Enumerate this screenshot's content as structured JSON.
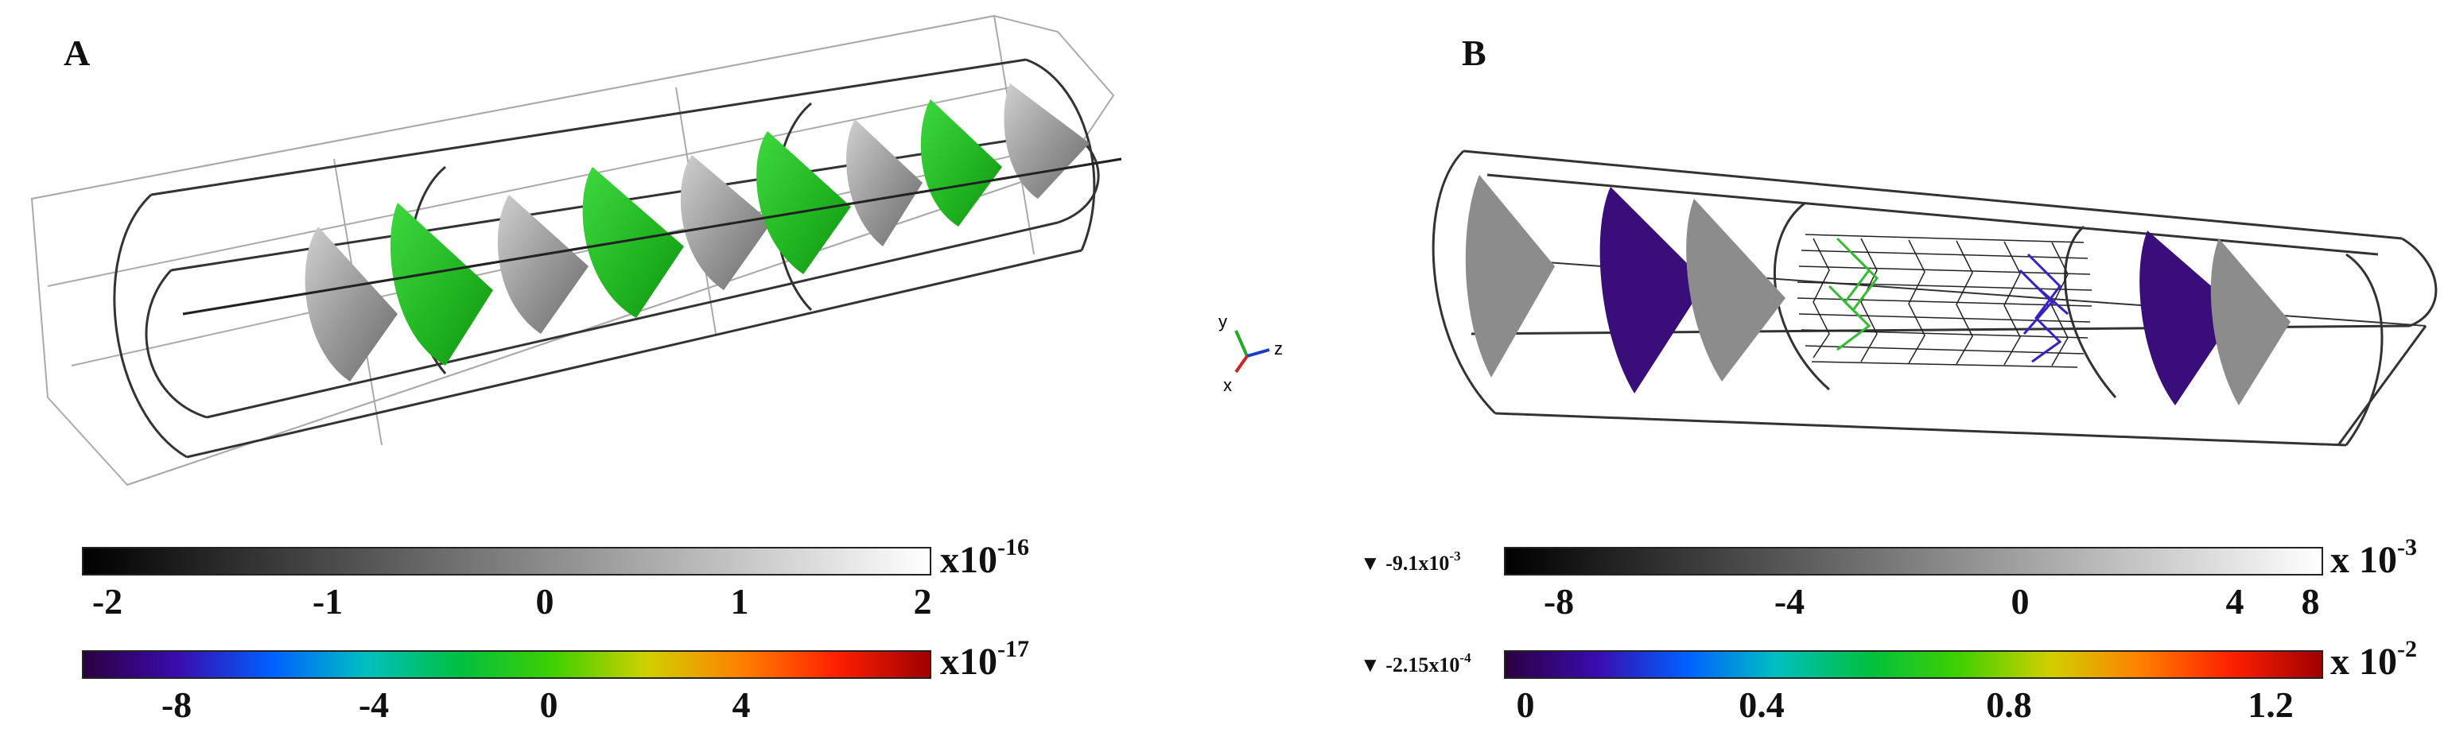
{
  "panel_a": {
    "letter": "A",
    "colorbar_gray": {
      "ticks": [
        "-2",
        "-1",
        "0",
        "1",
        "2"
      ],
      "exponent_base": "x10",
      "exponent_power": "-16"
    },
    "colorbar_rainbow": {
      "ticks": [
        "-8",
        "-4",
        "0",
        "4"
      ],
      "exponent_base": "x10",
      "exponent_power": "-17"
    }
  },
  "panel_b": {
    "letter": "B",
    "colorbar_gray": {
      "min_marker": "▼ -9.1x10",
      "min_marker_power": "-3",
      "ticks": [
        "-8",
        "-4",
        "0",
        "4",
        "8"
      ],
      "exponent_base": "x 10",
      "exponent_power": "-3"
    },
    "colorbar_rainbow": {
      "min_marker": "▼ -2.15x10",
      "min_marker_power": "-4",
      "ticks": [
        "0",
        "0.4",
        "0.8",
        "1.2"
      ],
      "exponent_base": "x 10",
      "exponent_power": "-2"
    }
  },
  "axes_triad": {
    "x": "x",
    "y": "y",
    "z": "z"
  },
  "colors": {
    "gray_surface": "#8f8f8f",
    "green_surface": "#22bb22",
    "purple_surface": "#3e1080",
    "frame_line": "#222222"
  }
}
